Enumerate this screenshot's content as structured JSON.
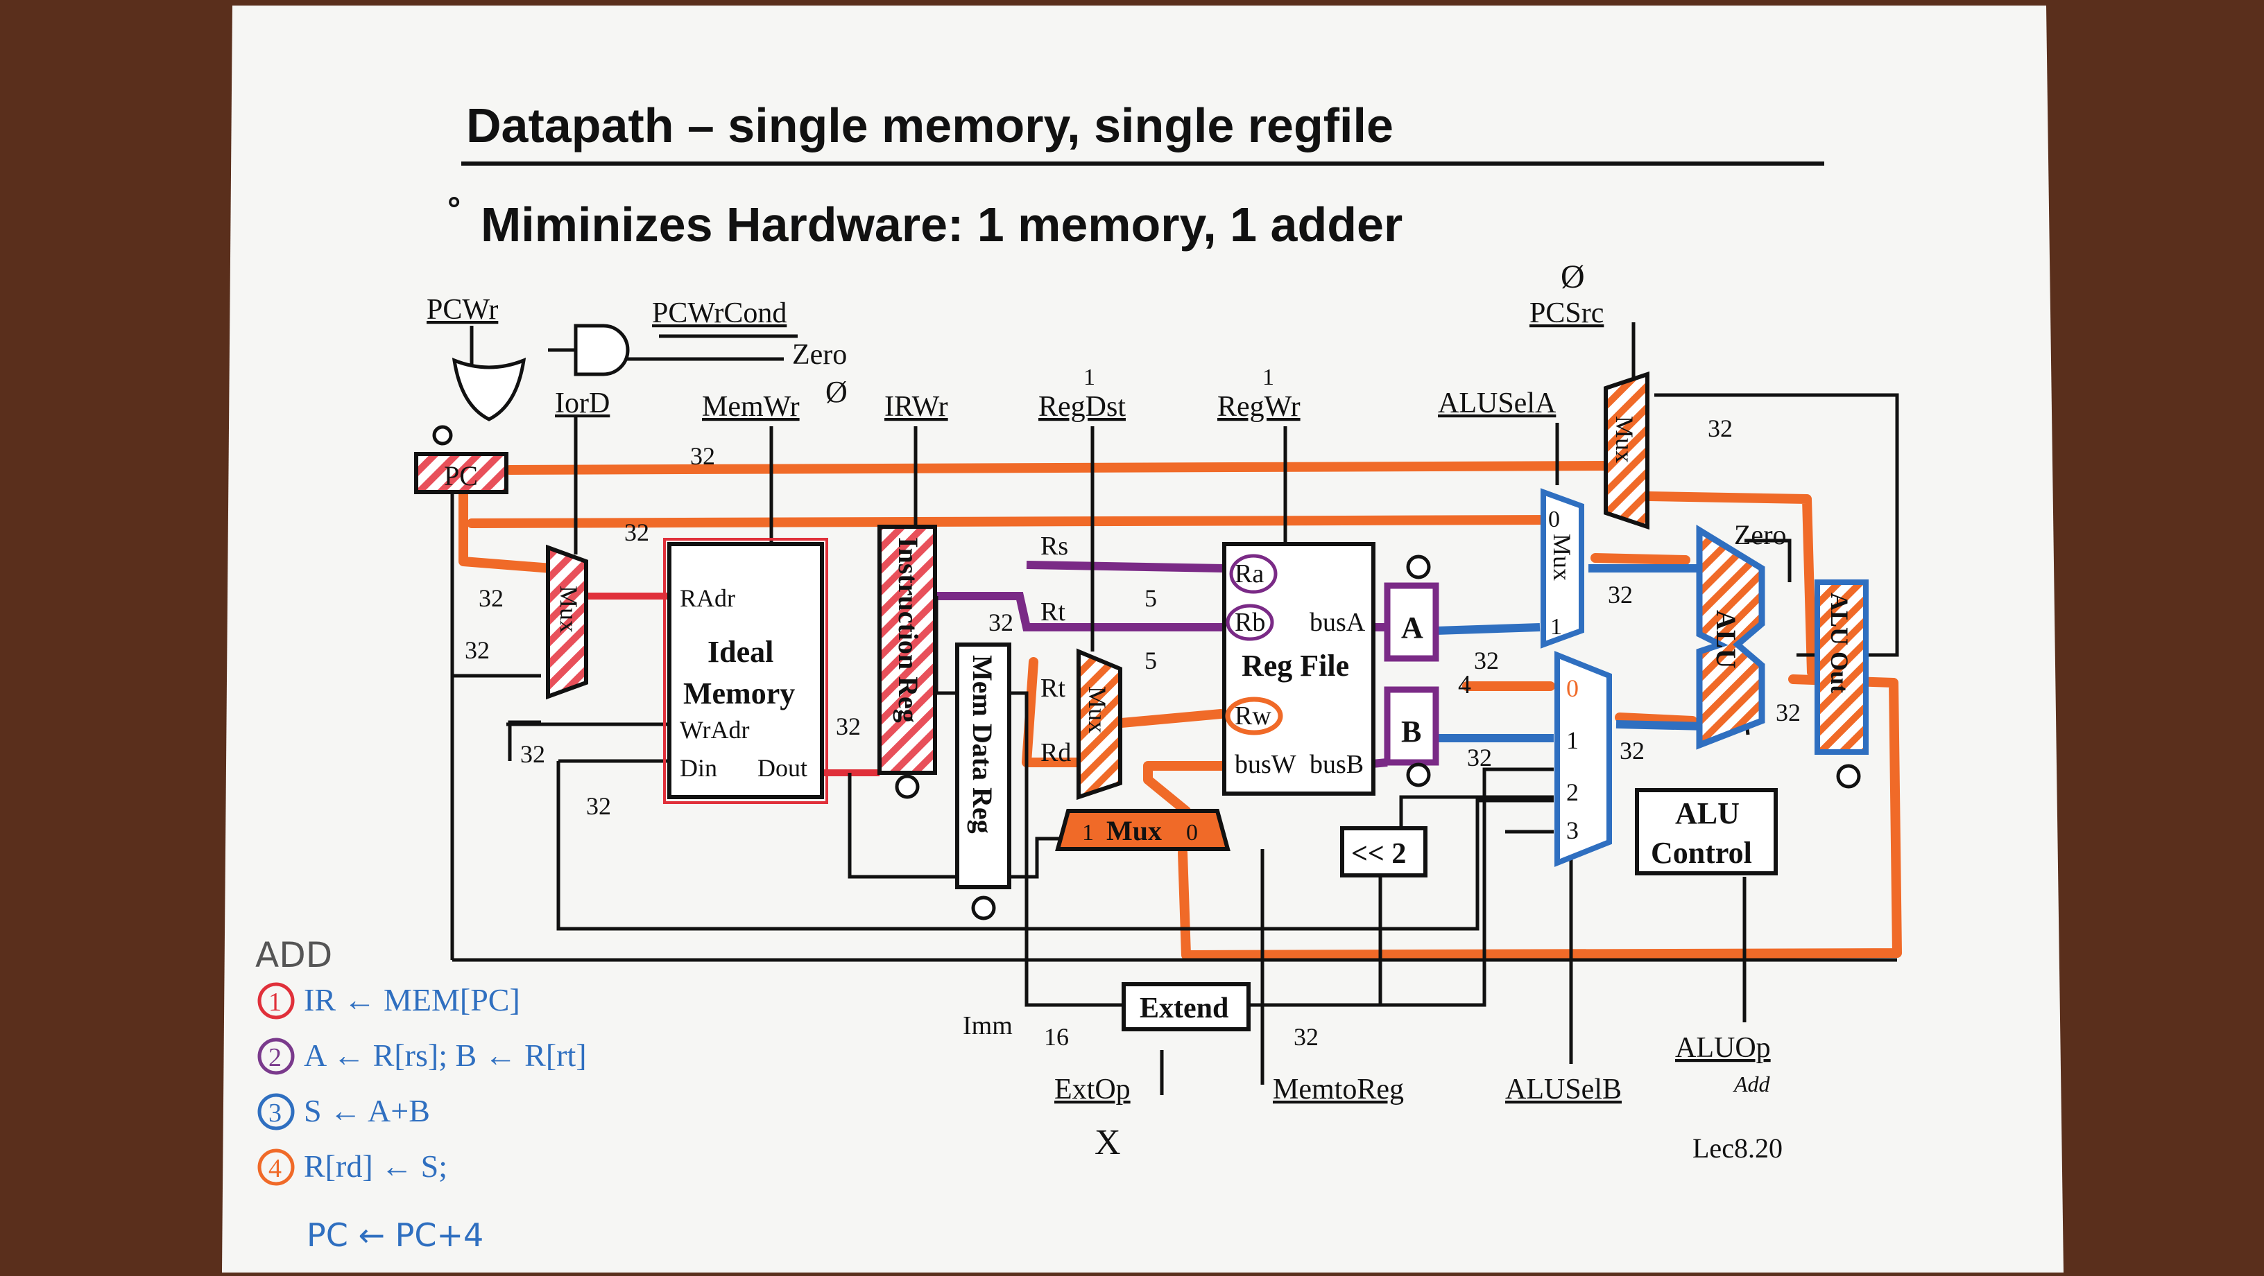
{
  "slide": {
    "title": "Datapath – single memory, single regfile",
    "bullet_mark": "°",
    "bullet": "Miminizes Hardware: 1 memory, 1 adder",
    "footer": "Lec8.20"
  },
  "controls": {
    "pcwr": "PCWr",
    "pcwrcond": "PCWrCond",
    "zero_in": "Zero",
    "iord": "IorD",
    "memwr": "MemWr",
    "irwr": "IRWr",
    "regdst": "RegDst",
    "regwr": "RegWr",
    "aluselA": "ALUSelA",
    "pcsrc": "PCSrc",
    "extop": "ExtOp",
    "memtoreg": "MemtoReg",
    "aluselB": "ALUSelB",
    "aluop": "ALUOp"
  },
  "blocks": {
    "pc": "PC",
    "mux": "Mux",
    "memory_l1": "Ideal",
    "memory_l2": "Memory",
    "radr": "RAdr",
    "wradr": "WrAdr",
    "din": "Din",
    "dout": "Dout",
    "instr_reg": "Instruction Reg",
    "mem_data_reg": "Mem Data Reg",
    "reg_file": "Reg File",
    "ra": "Ra",
    "rb": "Rb",
    "rw": "Rw",
    "busA": "busA",
    "busB": "busB",
    "busW": "busW",
    "a": "A",
    "b": "B",
    "alu": "ALU",
    "zero": "Zero",
    "aluout": "ALU Out",
    "alu_control_l1": "ALU",
    "alu_control_l2": "Control",
    "shift": "<< 2",
    "extend": "Extend",
    "rs": "Rs",
    "rt": "Rt",
    "rt2": "Rt",
    "rd": "Rd",
    "imm": "Imm",
    "mux_in_1": "1",
    "mux_in_0": "0",
    "mux_in_2": "2",
    "mux_in_3": "3",
    "mux_in_4": "4"
  },
  "widths": {
    "w32": "32",
    "w5": "5",
    "w16": "16"
  },
  "annotations": {
    "pcsrc_val": "Ø",
    "memwr_val": "Ø",
    "regdst_val": "1",
    "regwr_val": "1",
    "extop_val": "X",
    "aluop_val": "Add",
    "alusela_in": "0",
    "aluselb_in": "0",
    "steps_title": "ADD",
    "steps": [
      {
        "num": "1",
        "text": "IR ← MEM[PC]",
        "color": "#e0303a"
      },
      {
        "num": "2",
        "text": "A ← R[rs]; B ← R[rt]",
        "color": "#7a3a8c"
      },
      {
        "num": "3",
        "text": "S ← A+B",
        "color": "#2f6fc0"
      },
      {
        "num": "4",
        "text": "R[rd] ← S;",
        "color": "#f06a28"
      }
    ],
    "step4_line2": "PC ← PC+4"
  },
  "colors": {
    "ink": "#111111",
    "orange": "#f06a28",
    "red": "#e0303a",
    "purple": "#7a2a86",
    "blue": "#2f6fc0",
    "paper": "#f7f7f5"
  }
}
